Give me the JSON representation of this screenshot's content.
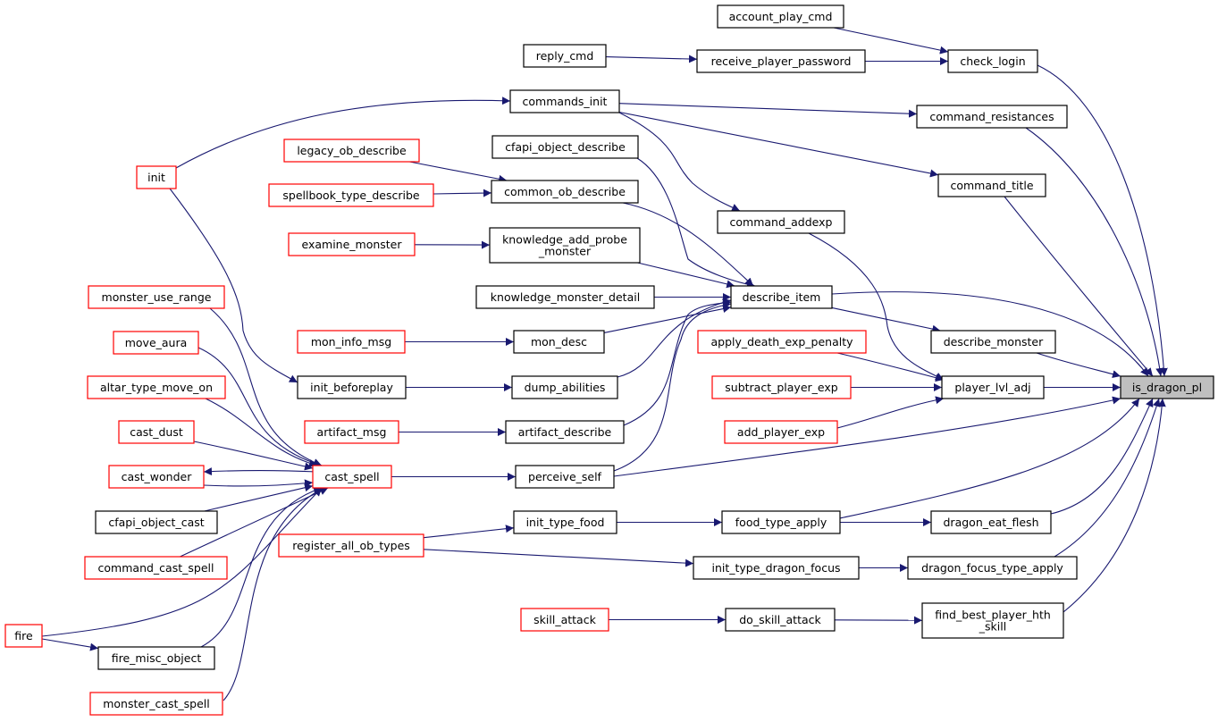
{
  "title": "",
  "colors": {
    "edge": "#191970",
    "documented_border": "#000000",
    "undocumented_border": "#ff0000",
    "focus_fill": "#bfbfbf"
  },
  "nodes": {
    "account_play_cmd": {
      "lines": [
        "account_play_cmd"
      ],
      "documented": true
    },
    "check_login": {
      "lines": [
        "check_login"
      ],
      "documented": true
    },
    "reply_cmd": {
      "lines": [
        "reply_cmd"
      ],
      "documented": true
    },
    "receive_player_password": {
      "lines": [
        "receive_player_password"
      ],
      "documented": true
    },
    "commands_init": {
      "lines": [
        "commands_init"
      ],
      "documented": true
    },
    "command_resistances": {
      "lines": [
        "command_resistances"
      ],
      "documented": true
    },
    "init": {
      "lines": [
        "init"
      ],
      "documented": false
    },
    "legacy_ob_describe": {
      "lines": [
        "legacy_ob_describe"
      ],
      "documented": false
    },
    "cfapi_object_describe": {
      "lines": [
        "cfapi_object_describe"
      ],
      "documented": true
    },
    "command_title": {
      "lines": [
        "command_title"
      ],
      "documented": true
    },
    "spellbook_type_describe": {
      "lines": [
        "spellbook_type_describe"
      ],
      "documented": false
    },
    "common_ob_describe": {
      "lines": [
        "common_ob_describe"
      ],
      "documented": true
    },
    "command_addexp": {
      "lines": [
        "command_addexp"
      ],
      "documented": true
    },
    "examine_monster": {
      "lines": [
        "examine_monster"
      ],
      "documented": false
    },
    "knowledge_add_probe_monster": {
      "lines": [
        "knowledge_add_probe",
        "_monster"
      ],
      "documented": true
    },
    "monster_use_range": {
      "lines": [
        "monster_use_range"
      ],
      "documented": false
    },
    "knowledge_monster_detail": {
      "lines": [
        "knowledge_monster_detail"
      ],
      "documented": true
    },
    "describe_item": {
      "lines": [
        "describe_item"
      ],
      "documented": true
    },
    "move_aura": {
      "lines": [
        "move_aura"
      ],
      "documented": false
    },
    "mon_info_msg": {
      "lines": [
        "mon_info_msg"
      ],
      "documented": false
    },
    "mon_desc": {
      "lines": [
        "mon_desc"
      ],
      "documented": true
    },
    "apply_death_exp_penalty": {
      "lines": [
        "apply_death_exp_penalty"
      ],
      "documented": false
    },
    "describe_monster": {
      "lines": [
        "describe_monster"
      ],
      "documented": true
    },
    "altar_type_move_on": {
      "lines": [
        "altar_type_move_on"
      ],
      "documented": false
    },
    "init_beforeplay": {
      "lines": [
        "init_beforeplay"
      ],
      "documented": true
    },
    "dump_abilities": {
      "lines": [
        "dump_abilities"
      ],
      "documented": true
    },
    "subtract_player_exp": {
      "lines": [
        "subtract_player_exp"
      ],
      "documented": false
    },
    "player_lvl_adj": {
      "lines": [
        "player_lvl_adj"
      ],
      "documented": true
    },
    "is_dragon_pl": {
      "lines": [
        "is_dragon_pl"
      ],
      "documented": true,
      "focus": true
    },
    "cast_dust": {
      "lines": [
        "cast_dust"
      ],
      "documented": false
    },
    "artifact_msg": {
      "lines": [
        "artifact_msg"
      ],
      "documented": false
    },
    "artifact_describe": {
      "lines": [
        "artifact_describe"
      ],
      "documented": true
    },
    "add_player_exp": {
      "lines": [
        "add_player_exp"
      ],
      "documented": false
    },
    "cast_wonder": {
      "lines": [
        "cast_wonder"
      ],
      "documented": false
    },
    "cast_spell": {
      "lines": [
        "cast_spell"
      ],
      "documented": false
    },
    "perceive_self": {
      "lines": [
        "perceive_self"
      ],
      "documented": true
    },
    "cfapi_object_cast": {
      "lines": [
        "cfapi_object_cast"
      ],
      "documented": true
    },
    "init_type_food": {
      "lines": [
        "init_type_food"
      ],
      "documented": true
    },
    "food_type_apply": {
      "lines": [
        "food_type_apply"
      ],
      "documented": true
    },
    "dragon_eat_flesh": {
      "lines": [
        "dragon_eat_flesh"
      ],
      "documented": true
    },
    "register_all_ob_types": {
      "lines": [
        "register_all_ob_types"
      ],
      "documented": false
    },
    "command_cast_spell": {
      "lines": [
        "command_cast_spell"
      ],
      "documented": false
    },
    "init_type_dragon_focus": {
      "lines": [
        "init_type_dragon_focus"
      ],
      "documented": true
    },
    "dragon_focus_type_apply": {
      "lines": [
        "dragon_focus_type_apply"
      ],
      "documented": true
    },
    "skill_attack": {
      "lines": [
        "skill_attack"
      ],
      "documented": false
    },
    "do_skill_attack": {
      "lines": [
        "do_skill_attack"
      ],
      "documented": true
    },
    "find_best_player_hth_skill": {
      "lines": [
        "find_best_player_hth",
        "_skill"
      ],
      "documented": true
    },
    "fire": {
      "lines": [
        "fire"
      ],
      "documented": false
    },
    "fire_misc_object": {
      "lines": [
        "fire_misc_object"
      ],
      "documented": true
    },
    "monster_cast_spell": {
      "lines": [
        "monster_cast_spell"
      ],
      "documented": false
    }
  },
  "edges": [
    [
      "account_play_cmd",
      "check_login"
    ],
    [
      "receive_player_password",
      "check_login"
    ],
    [
      "reply_cmd",
      "receive_player_password"
    ],
    [
      "check_login",
      "is_dragon_pl"
    ],
    [
      "init",
      "commands_init"
    ],
    [
      "commands_init",
      "command_resistances"
    ],
    [
      "commands_init",
      "command_title"
    ],
    [
      "commands_init",
      "command_addexp"
    ],
    [
      "command_resistances",
      "is_dragon_pl"
    ],
    [
      "command_title",
      "is_dragon_pl"
    ],
    [
      "command_addexp",
      "player_lvl_adj"
    ],
    [
      "legacy_ob_describe",
      "common_ob_describe"
    ],
    [
      "spellbook_type_describe",
      "common_ob_describe"
    ],
    [
      "common_ob_describe",
      "describe_item"
    ],
    [
      "cfapi_object_describe",
      "describe_item"
    ],
    [
      "examine_monster",
      "knowledge_add_probe_monster"
    ],
    [
      "knowledge_add_probe_monster",
      "describe_item"
    ],
    [
      "knowledge_monster_detail",
      "describe_item"
    ],
    [
      "mon_info_msg",
      "mon_desc"
    ],
    [
      "mon_desc",
      "describe_item"
    ],
    [
      "init",
      "init_beforeplay"
    ],
    [
      "init_beforeplay",
      "dump_abilities"
    ],
    [
      "dump_abilities",
      "describe_item"
    ],
    [
      "artifact_msg",
      "artifact_describe"
    ],
    [
      "artifact_describe",
      "describe_item"
    ],
    [
      "perceive_self",
      "describe_item"
    ],
    [
      "describe_item",
      "describe_monster"
    ],
    [
      "describe_item",
      "is_dragon_pl"
    ],
    [
      "describe_monster",
      "is_dragon_pl"
    ],
    [
      "apply_death_exp_penalty",
      "player_lvl_adj"
    ],
    [
      "subtract_player_exp",
      "player_lvl_adj"
    ],
    [
      "add_player_exp",
      "player_lvl_adj"
    ],
    [
      "player_lvl_adj",
      "is_dragon_pl"
    ],
    [
      "monster_use_range",
      "cast_spell"
    ],
    [
      "move_aura",
      "cast_spell"
    ],
    [
      "altar_type_move_on",
      "cast_spell"
    ],
    [
      "cast_dust",
      "cast_spell"
    ],
    [
      "cast_wonder",
      "cast_spell"
    ],
    [
      "cast_spell",
      "cast_wonder"
    ],
    [
      "cfapi_object_cast",
      "cast_spell"
    ],
    [
      "command_cast_spell",
      "cast_spell"
    ],
    [
      "fire",
      "cast_spell"
    ],
    [
      "fire_misc_object",
      "cast_spell"
    ],
    [
      "monster_cast_spell",
      "cast_spell"
    ],
    [
      "cast_spell",
      "perceive_self"
    ],
    [
      "perceive_self",
      "is_dragon_pl"
    ],
    [
      "fire",
      "fire_misc_object"
    ],
    [
      "register_all_ob_types",
      "init_type_food"
    ],
    [
      "register_all_ob_types",
      "init_type_dragon_focus"
    ],
    [
      "init_type_food",
      "food_type_apply"
    ],
    [
      "food_type_apply",
      "dragon_eat_flesh"
    ],
    [
      "food_type_apply",
      "is_dragon_pl"
    ],
    [
      "dragon_eat_flesh",
      "is_dragon_pl"
    ],
    [
      "init_type_dragon_focus",
      "dragon_focus_type_apply"
    ],
    [
      "dragon_focus_type_apply",
      "is_dragon_pl"
    ],
    [
      "skill_attack",
      "do_skill_attack"
    ],
    [
      "do_skill_attack",
      "find_best_player_hth_skill"
    ],
    [
      "find_best_player_hth_skill",
      "is_dragon_pl"
    ]
  ]
}
